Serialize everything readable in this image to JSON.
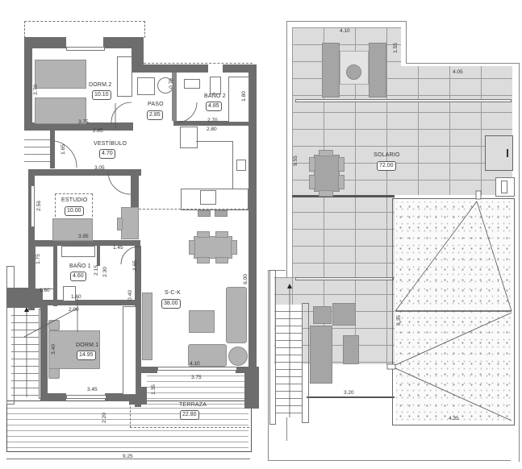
{
  "ground_floor": {
    "rooms": [
      {
        "name": "DORM.2",
        "area": "10.10"
      },
      {
        "name": "PASO",
        "area": "2.85"
      },
      {
        "name": "BAÑO 2",
        "area": "4.85"
      },
      {
        "name": "VESTÍBULO",
        "area": "4.70"
      },
      {
        "name": "ESTUDIO",
        "area": "10.00"
      },
      {
        "name": "BAÑO 1",
        "area": "4.60"
      },
      {
        "name": "S-C-K",
        "area": "38.00"
      },
      {
        "name": "DORM.1",
        "area": "14.95"
      },
      {
        "name": "TERRAZA",
        "area": "22.80"
      }
    ],
    "dimensions": {
      "dorm2_height": "2.70",
      "dorm2_width": "3.75",
      "paso_width": "2.85",
      "bano2_fix": "0.75",
      "bano2_height": "1.80",
      "bano2_width": "2.70",
      "kitchen_width": "2.80",
      "vestibulo_height": "1.65",
      "estudio_width": "3.05",
      "estudio_height": "2.56",
      "estudio_bottom": "3.95",
      "hall_width": "1.45",
      "bano1_h1": "2.15",
      "bano1_h2": "2.30",
      "door_h": "1.65",
      "left_h": "1.75",
      "left_w": "1.60",
      "bano1_width": "1.60",
      "bano1_bottom": "2.00",
      "wall_040": "0.40",
      "sck_height": "6.00",
      "sck_width": "4.10",
      "terrace_width": "3.75",
      "dorm1_height": "3.40",
      "dorm1_width": "3.45",
      "terrace_step": "1.35",
      "terrace_depth": "2.20",
      "total_width": "9.25"
    }
  },
  "roof_floor": {
    "rooms": [
      {
        "name": "SOLARIO",
        "area": "72.00"
      }
    ],
    "dimensions": {
      "top_width": "4.10",
      "top_step": "1.55",
      "right_width": "4.05",
      "left_height": "9.55",
      "lower_width": "3.20",
      "roof_height": "8.35",
      "roof_width": "4.35"
    }
  }
}
